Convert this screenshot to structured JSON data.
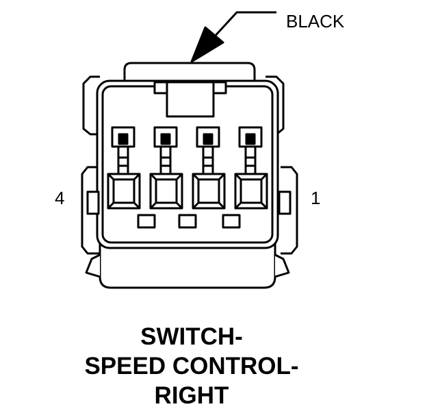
{
  "connector": {
    "color_label": "BLACK",
    "pin_left": "4",
    "pin_right": "1",
    "title_lines": [
      "SWITCH-",
      "SPEED CONTROL-",
      "RIGHT"
    ]
  }
}
